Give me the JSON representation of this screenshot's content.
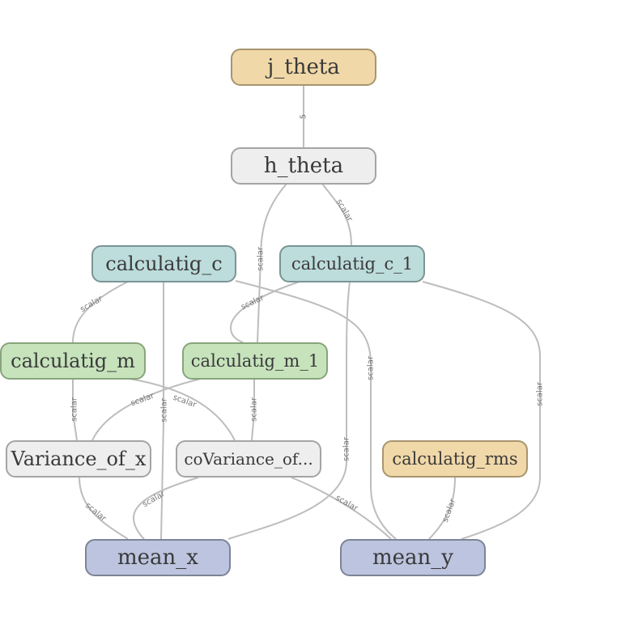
{
  "nodes": {
    "j_theta": "j_theta",
    "h_theta": "h_theta",
    "calculatig_c": "calculatig_c",
    "calculatig_c_1": "calculatig_c_1",
    "calculatig_m": "calculatig_m",
    "calculatig_m_1": "calculatig_m_1",
    "variance_of_x": "Variance_of_x",
    "covariance_of": "coVariance_of...",
    "calculatig_rms": "calculatig_rms",
    "mean_x": "mean_x",
    "mean_y": "mean_y"
  },
  "edges": [
    {
      "from": "j_theta",
      "to": "h_theta",
      "label": "5"
    },
    {
      "from": "h_theta",
      "to": "calculatig_m_1",
      "label": "scalar"
    },
    {
      "from": "h_theta",
      "to": "calculatig_c_1",
      "label": "scalar"
    },
    {
      "from": "calculatig_c",
      "to": "calculatig_m",
      "label": "scalar"
    },
    {
      "from": "calculatig_c",
      "to": "mean_x",
      "label": "scalar"
    },
    {
      "from": "calculatig_c",
      "to": "mean_y",
      "label": "scalar"
    },
    {
      "from": "calculatig_c_1",
      "to": "calculatig_m_1",
      "label": "scalar"
    },
    {
      "from": "calculatig_c_1",
      "to": "mean_x",
      "label": "scalar"
    },
    {
      "from": "calculatig_c_1",
      "to": "mean_y",
      "label": "scalar"
    },
    {
      "from": "calculatig_m",
      "to": "variance_of_x",
      "label": "scalar"
    },
    {
      "from": "calculatig_m",
      "to": "covariance_of",
      "label": "scalar"
    },
    {
      "from": "calculatig_m_1",
      "to": "variance_of_x",
      "label": "scalar"
    },
    {
      "from": "calculatig_m_1",
      "to": "covariance_of",
      "label": "scalar"
    },
    {
      "from": "variance_of_x",
      "to": "mean_x",
      "label": "scalar"
    },
    {
      "from": "covariance_of",
      "to": "mean_x",
      "label": "scalar"
    },
    {
      "from": "covariance_of",
      "to": "mean_y",
      "label": "scalar"
    },
    {
      "from": "calculatig_rms",
      "to": "mean_y",
      "label": "scalar"
    }
  ]
}
